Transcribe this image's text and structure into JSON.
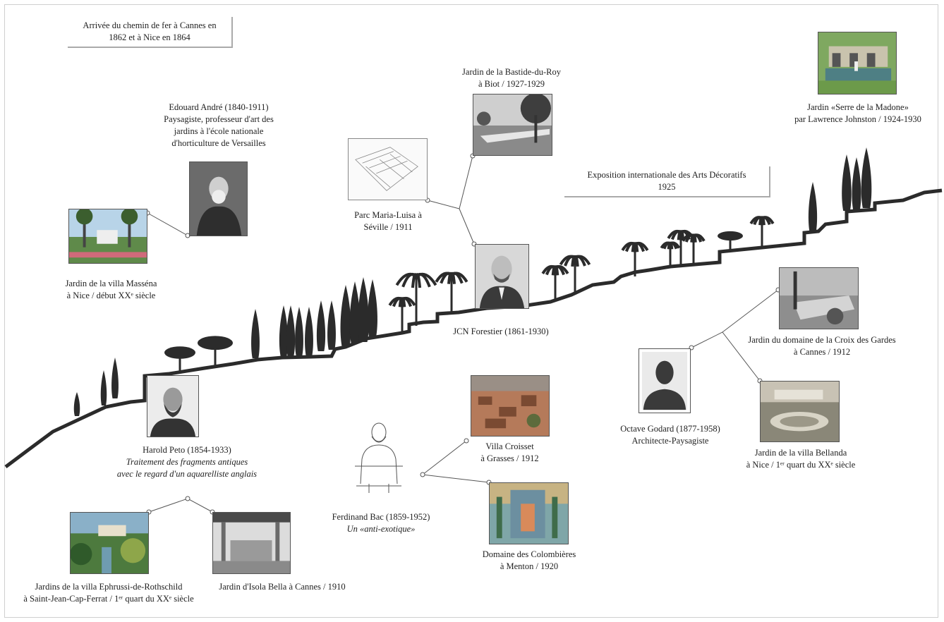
{
  "notes": {
    "railway": [
      "Arrivée du chemin de fer à Cannes en",
      "1862 et à Nice en 1864"
    ],
    "expo": [
      "Exposition internationale des Arts Décoratifs",
      "1925"
    ]
  },
  "labels": {
    "massena": [
      "Jardin de la villa Masséna",
      "à Nice / début XXᵉ siècle"
    ],
    "andre": [
      "Edouard André (1840-1911)",
      "Paysagiste, professeur d'art des",
      "jardins à l'école nationale",
      "d'horticulture de Versailles"
    ],
    "maria_luisa": [
      "Parc Maria-Luisa à",
      "Séville / 1911"
    ],
    "bastide": [
      "Jardin de la Bastide-du-Roy",
      "à Biot / 1927-1929"
    ],
    "forestier": "JCN Forestier (1861-1930)",
    "serre": [
      "Jardin «Serre de la Madone»",
      "par Lawrence Johnston / 1924-1930"
    ],
    "croix": [
      "Jardin du domaine de la Croix des Gardes",
      "à Cannes / 1912"
    ],
    "godard": [
      "Octave Godard (1877-1958)",
      "Architecte-Paysagiste"
    ],
    "bellanda": [
      "Jardin de la villa Bellanda",
      "à Nice / 1ᵉʳ quart du XXᵉ siècle"
    ],
    "peto_name": "Harold Peto (1854-1933)",
    "peto_desc": [
      "Traitement des fragments antiques",
      "avec le regard d'un aquarelliste anglais"
    ],
    "bac_name": "Ferdinand Bac (1859-1952)",
    "bac_desc": "Un «anti-exotique»",
    "croisset": [
      "Villa Croisset",
      "à Grasses / 1912"
    ],
    "colombieres": [
      "Domaine des Colombières",
      "à Menton / 1920"
    ],
    "ephrussi": [
      "Jardins de la villa Ephrussi-de-Rothschild",
      "à Saint-Jean-Cap-Ferrat / 1ᵉʳ quart du XXᵉ siècle"
    ],
    "isola": "Jardin d'Isola Bella à Cannes / 1910"
  },
  "colors": {
    "ink": "#2b2b2b",
    "link": "#555555",
    "note_shadow": "#aaaaaa"
  },
  "icons": [
    "cypress-tree-icon",
    "palm-tree-icon",
    "umbrella-pine-icon",
    "silhouette-icon"
  ]
}
